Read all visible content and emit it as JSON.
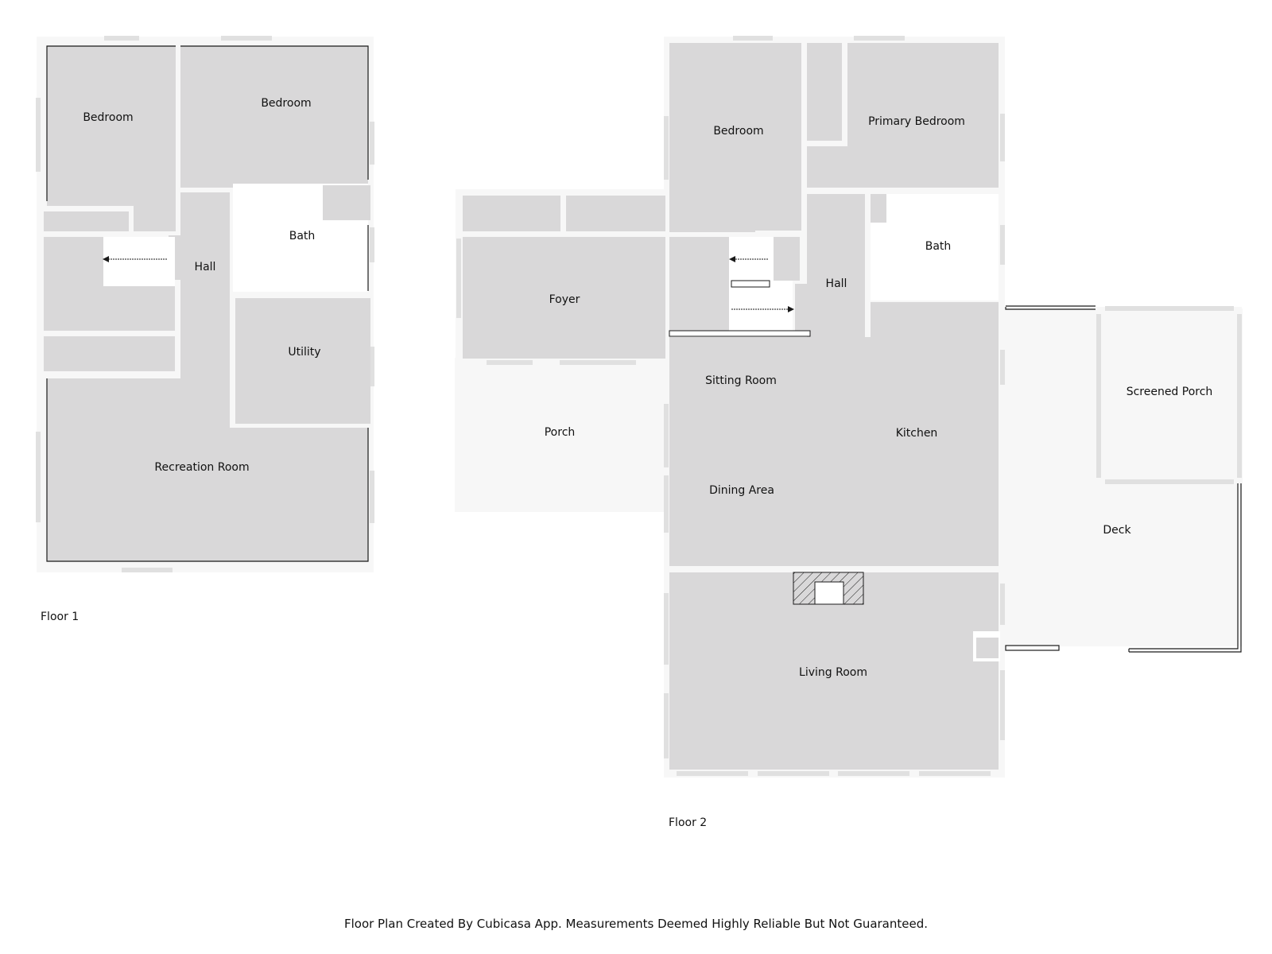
{
  "floors": [
    {
      "label": "Floor 1",
      "rooms": [
        {
          "name": "Bedroom"
        },
        {
          "name": "Bedroom"
        },
        {
          "name": "Bath"
        },
        {
          "name": "Hall"
        },
        {
          "name": "Utility"
        },
        {
          "name": "Recreation Room"
        }
      ]
    },
    {
      "label": "Floor 2",
      "rooms": [
        {
          "name": "Bedroom"
        },
        {
          "name": "Primary Bedroom"
        },
        {
          "name": "Foyer"
        },
        {
          "name": "Hall"
        },
        {
          "name": "Bath"
        },
        {
          "name": "Sitting Room"
        },
        {
          "name": "Porch"
        },
        {
          "name": "Kitchen"
        },
        {
          "name": "Screened Porch"
        },
        {
          "name": "Dining Area"
        },
        {
          "name": "Deck"
        },
        {
          "name": "Living Room"
        }
      ]
    }
  ],
  "footer": {
    "disclaimer": "Floor Plan Created By Cubicasa App. Measurements Deemed Highly Reliable But Not Guaranteed."
  },
  "colors": {
    "room_fill": "#d9d8d9",
    "outdoor_fill": "#f7f7f7",
    "wall_fill": "#f7f7f7",
    "window": "#e0e0e0",
    "line": "#1a1a1a"
  }
}
